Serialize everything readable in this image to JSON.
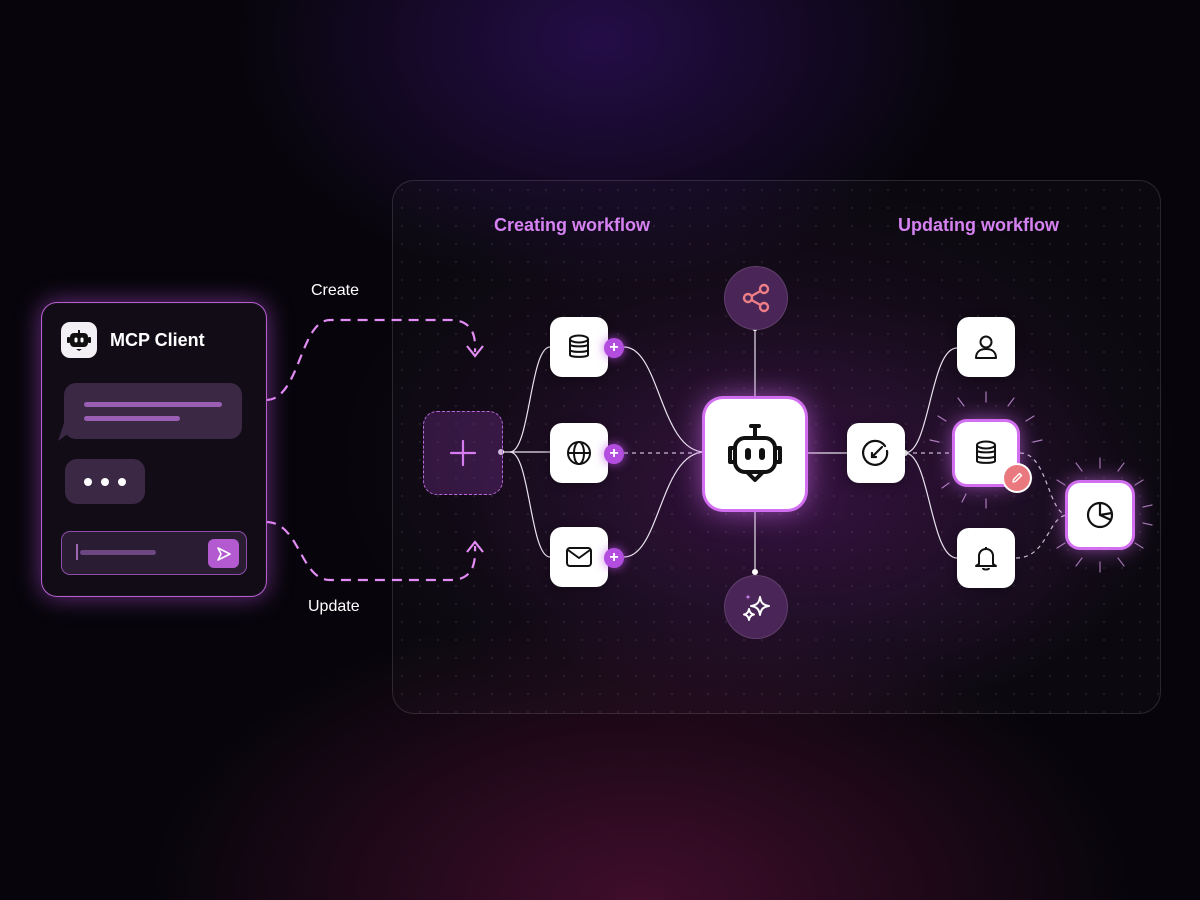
{
  "client": {
    "title": "MCP Client",
    "icon": "robot-icon"
  },
  "flows": {
    "create_label": "Create",
    "update_label": "Update"
  },
  "sections": {
    "creating_title": "Creating workflow",
    "updating_title": "Updating workflow"
  },
  "creating_nodes": [
    {
      "icon": "database-icon",
      "badge": "+"
    },
    {
      "icon": "globe-icon",
      "badge": "+"
    },
    {
      "icon": "mail-icon",
      "badge": "+"
    }
  ],
  "hub": {
    "icon": "robot-icon"
  },
  "hub_top": {
    "icon": "share-icon"
  },
  "hub_bottom": {
    "icon": "sparkles-icon"
  },
  "updating_nodes": [
    {
      "icon": "compass-icon"
    },
    {
      "icon": "user-icon"
    },
    {
      "icon": "database-icon"
    },
    {
      "icon": "bell-icon"
    },
    {
      "icon": "pie-chart-icon"
    }
  ],
  "colors": {
    "accent": "#d782f2",
    "badge": "#b34de0",
    "edit": "#e9797e",
    "background": "#07050b"
  }
}
